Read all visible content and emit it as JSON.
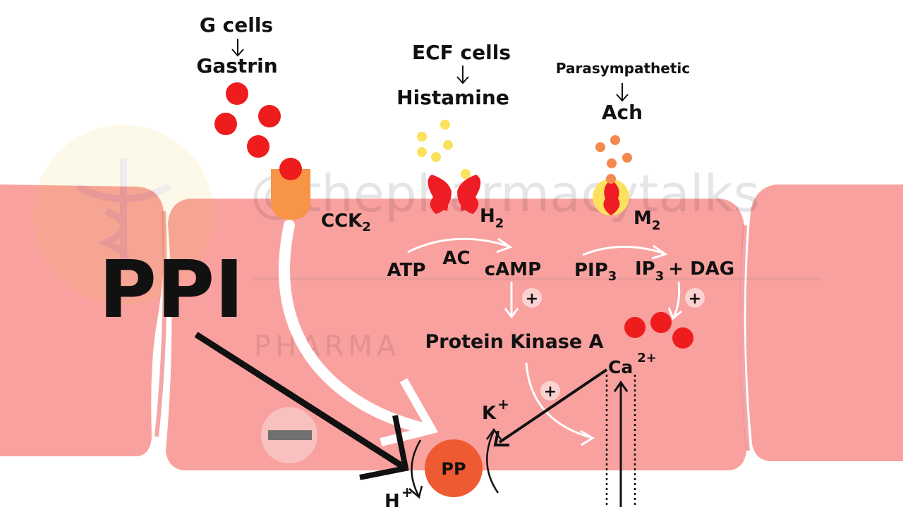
{
  "labels": {
    "g_cells": "G cells",
    "gastrin": "Gastrin",
    "ecf_cells": "ECF cells",
    "histamine": "Histamine",
    "parasympathetic": "Parasympathetic",
    "ach": "Ach",
    "cck2": "CCK",
    "cck2_sub": "2",
    "h2": "H",
    "h2_sub": "2",
    "m2": "M",
    "m2_sub": "2",
    "ac": "AC",
    "atp": "ATP",
    "camp": "cAMP",
    "pip3": "PIP",
    "pip3_sub": "3",
    "ip3": "IP",
    "ip3_sub": "3",
    "plus_dag": "+ DAG",
    "protein_kinase_a": "Protein Kinase A",
    "ca": "Ca",
    "ca_sup": "2+",
    "k": "K",
    "k_sup": "+",
    "h": "H",
    "h_sup": "+",
    "pp": "PP",
    "ppi": "PPI",
    "plus": "+",
    "watermark_handle": "@thepharmacytalks",
    "watermark_sub": "PHARMA"
  },
  "colors": {
    "cell": "#f9a19f",
    "cell_border": "#f07f7f",
    "gastrin_dot": "#ee1c1c",
    "histamine_dot": "#fbe15d",
    "ach_dot": "#f4894d",
    "cck_receptor": "#f79446",
    "h2_receptor": "#ee1c24",
    "m2_receptor": "#fbe15d",
    "pump": "#ee5a32",
    "inhibit_badge": "#f8c1c0",
    "inhibit_bar": "#707070",
    "plus_badge": "#fbd2d1",
    "arrow_white": "#ffffff",
    "arrow_black": "#111111"
  }
}
